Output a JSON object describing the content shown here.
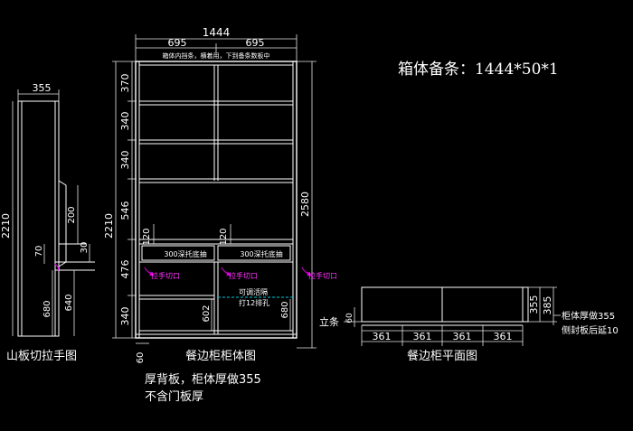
{
  "title_note": "箱体备条：1444*50*1",
  "top_dims": {
    "overall": "1444",
    "left": "695",
    "right": "695"
  },
  "header_strip": "箱体内挡条，横着用，下到备条数板中",
  "left_dims": [
    "370",
    "340",
    "340",
    "546",
    "476",
    "340",
    "2210"
  ],
  "right_dim": "2580",
  "drawer_dims": {
    "left": "120",
    "right": "120"
  },
  "drawer_labels": {
    "left": "300深托底抽",
    "right": "300深托底抽"
  },
  "handle_labels": [
    "拉手切口",
    "拉手切口",
    "拉手切口"
  ],
  "adjust_note": {
    "line1": "可调活隔",
    "line2": "打12排孔"
  },
  "lower_dims": {
    "left_602": "602",
    "right_680": "680",
    "bottom_60": "60"
  },
  "main_caption": "餐边柜柜体图",
  "side_panel": {
    "caption": "山板切拉手图",
    "dims": {
      "width": "355",
      "height": "2210",
      "upper": "200",
      "cut": "30",
      "notch": "70",
      "lower_680": "680",
      "lower_640": "640"
    }
  },
  "plan": {
    "caption": "餐边柜平面图",
    "bottom_dims": [
      "361",
      "361",
      "361",
      "361"
    ],
    "left_label": "立条",
    "left_dim": "60",
    "right_dims": [
      "355",
      "385"
    ],
    "notes": [
      "柜体厚做355",
      "侧封板后延10"
    ]
  },
  "bottom_notes": [
    "厚背板，柜体厚做355",
    "不含门板厚"
  ]
}
